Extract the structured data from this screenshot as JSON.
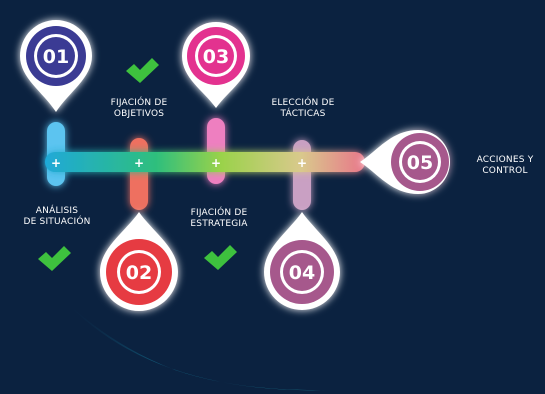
{
  "steps": [
    {
      "number": "01",
      "label_line1": "ANÁLISIS",
      "label_line2": "DE SITUACIÓN",
      "color": "#3a3a94",
      "checked": true
    },
    {
      "number": "02",
      "label_line1": "FIJACIÓN DE",
      "label_line2": "OBJETIVOS",
      "color": "#e63a42",
      "checked": true
    },
    {
      "number": "03",
      "label_line1": "FIJACIÓN DE",
      "label_line2": "ESTRATEGIA",
      "color": "#e3338f",
      "checked": true
    },
    {
      "number": "04",
      "label_line1": "ELECCIÓN DE",
      "label_line2": "TÁCTICAS",
      "color": "#a6598c",
      "checked": false
    },
    {
      "number": "05",
      "label_line1": "ACCIONES Y",
      "label_line2": "CONTROL",
      "color": "#a6598c",
      "checked": false
    }
  ],
  "colors": {
    "background": "#0b2240",
    "check": "#3ec13e",
    "arc": "#1a9cb0",
    "bar_gradient": [
      "#1fa9d8",
      "#2fbf7c",
      "#7fd14c",
      "#e0c843",
      "#e86e7a"
    ]
  }
}
